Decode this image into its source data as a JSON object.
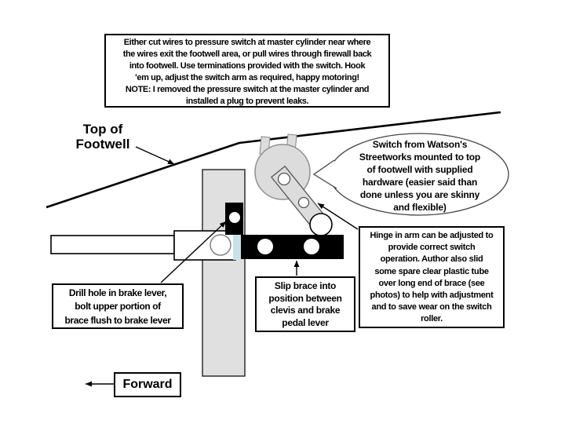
{
  "labels": {
    "top_of_footwell": {
      "line1": "Top of",
      "line2": "Footwell"
    },
    "forward": "Forward"
  },
  "instructions_box": {
    "lines": [
      "Either cut wires to pressure switch at master cylinder near where",
      "the wires exit the footwell area, or pull wires through firewall back",
      "into footwell. Use terminations provided with the switch.  Hook",
      "'em up, adjust the switch arm as required, happy motoring!",
      "NOTE: I removed the pressure switch at the master cylinder and",
      "installed a plug to prevent leaks."
    ]
  },
  "switch_callout": {
    "lines": [
      "Switch from Watson's",
      "Streetworks mounted to top",
      "of footwell with supplied",
      "hardware (easier said than",
      "done unless you are skinny",
      "and flexible)"
    ]
  },
  "hinge_note": {
    "lines": [
      "Hinge in arm can be adjusted to",
      "provide correct switch",
      "operation.  Author also slid",
      "some spare clear plastic tube",
      "over long end of brace (see",
      "photos) to help with adjustment",
      "and to save wear on the switch",
      "roller."
    ]
  },
  "drill_note": {
    "lines": [
      "Drill hole in brake lever,",
      "bolt upper portion of",
      "brace flush to brake lever"
    ]
  },
  "slip_note": {
    "lines": [
      "Slip brace into",
      "position between",
      "clevis and brake",
      "pedal lever"
    ]
  },
  "colors": {
    "part_gray": "#dcdcdc",
    "lever_gray": "#e0e0e0",
    "tube_blue": "#c9e2ea",
    "brace_black": "#000000",
    "line_black": "#000000",
    "white": "#ffffff"
  }
}
